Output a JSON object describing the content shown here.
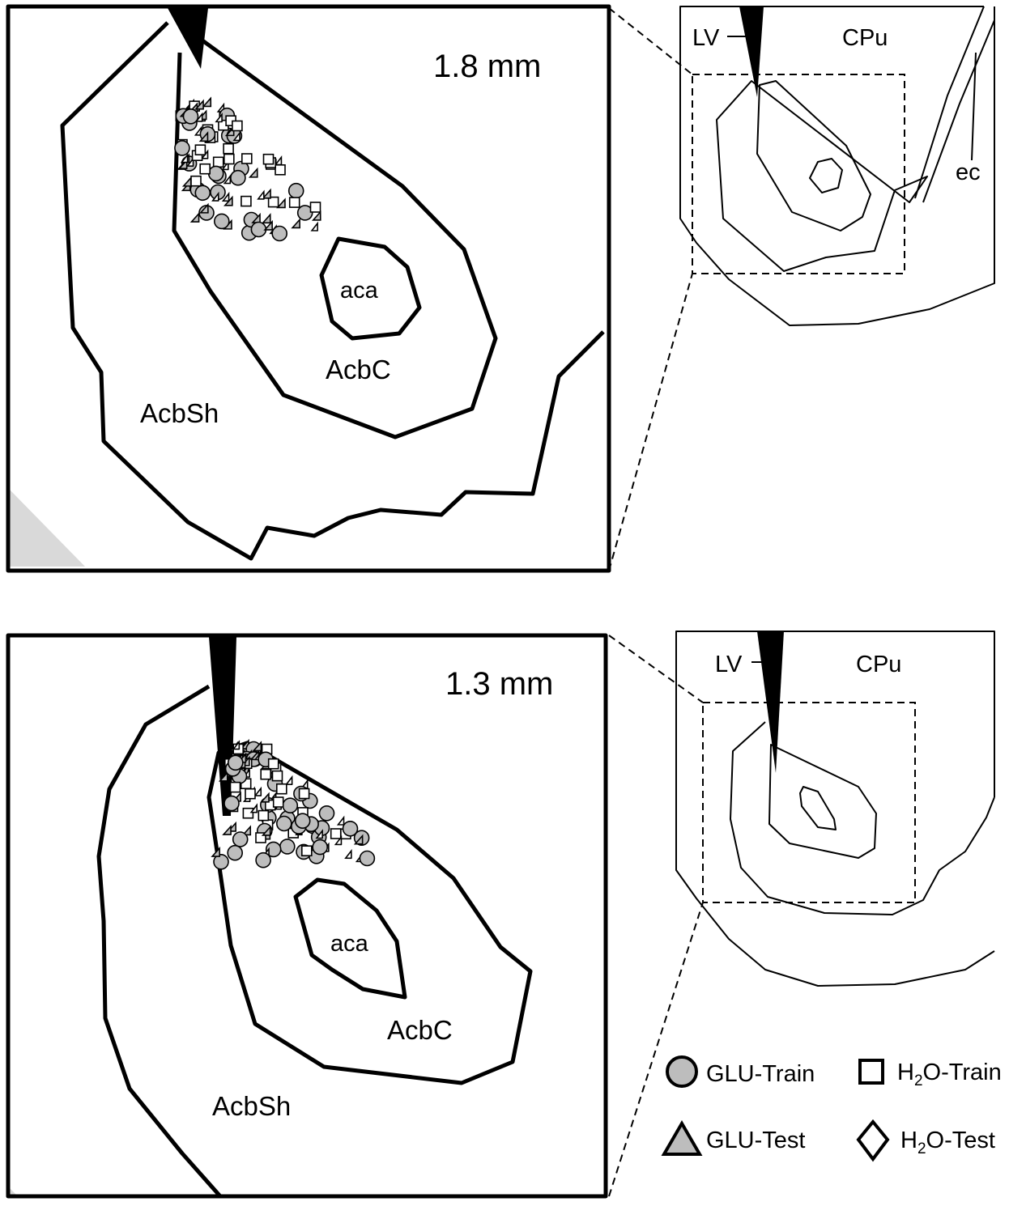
{
  "colors": {
    "glu_marker": "#bdbdbd",
    "h2o_marker": "#ffffff",
    "tissue_shade": "#d9d9d9",
    "line": "#000000"
  },
  "panels": [
    {
      "level": "1.8 mm",
      "labels": {
        "shell": "AcbSh",
        "core": "AcbC",
        "commissure": "aca"
      },
      "overview": {
        "ventricle": "LV",
        "striatum": "CPu",
        "capsule": "ec"
      }
    },
    {
      "level": "1.3 mm",
      "labels": {
        "shell": "AcbSh",
        "core": "AcbC",
        "commissure": "aca"
      },
      "overview": {
        "ventricle": "LV",
        "striatum": "CPu"
      }
    }
  ],
  "legend": {
    "glu_train": "GLU-Train",
    "glu_test": "GLU-Test",
    "h2o_train_prefix": "H",
    "h2o_train_sub": "2",
    "h2o_train_suffix": "O-Train",
    "h2o_test_prefix": "H",
    "h2o_test_sub": "2",
    "h2o_test_suffix": "O-Test"
  },
  "marker_icons": {
    "glu_train": "circle-icon",
    "glu_test": "triangle-icon",
    "h2o_train": "square-icon",
    "h2o_test": "diamond-icon"
  }
}
